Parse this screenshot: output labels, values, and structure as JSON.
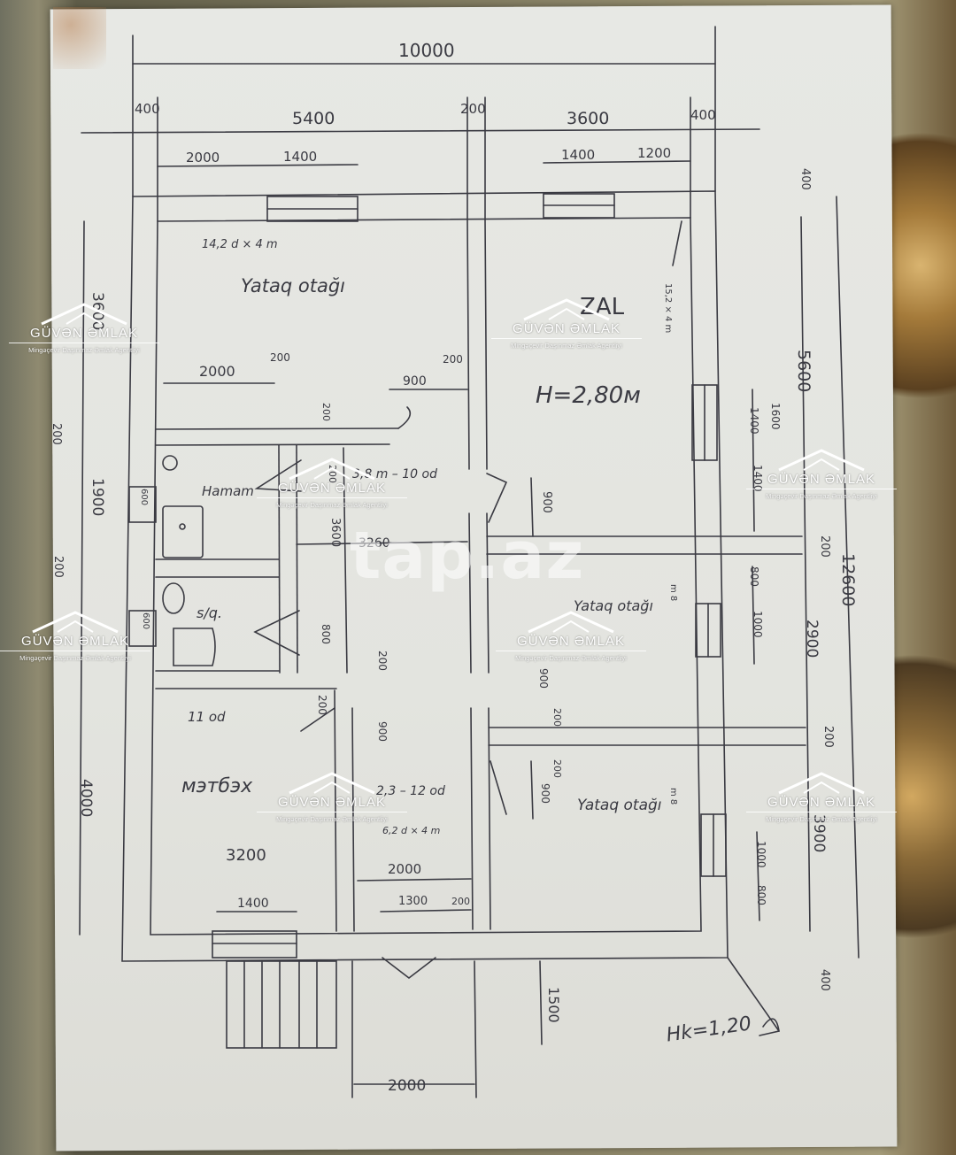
{
  "dims": {
    "total_width": "10000",
    "top_400_left": "400",
    "top_5400": "5400",
    "top_200_mid": "200",
    "top_3600": "3600",
    "top_400_right": "400",
    "win_left_2000": "2000",
    "win_left_1400": "1400",
    "win_right_1400": "1400",
    "win_right_1200": "1200",
    "right_400_top": "400",
    "right_5600": "5600",
    "right_12600": "12600",
    "right_2900": "2900",
    "right_200_a": "200",
    "right_200_b": "200",
    "right_3900": "3900",
    "right_400_bottom": "400",
    "right_1600": "1600",
    "right_1400_a": "1400",
    "right_1400_b": "1400",
    "right_800": "800",
    "right_1000": "1000",
    "right_1000_b": "1000",
    "right_800_b": "800",
    "left_3600": "3600",
    "left_200": "200",
    "left_1900": "1900",
    "left_200_b": "200",
    "left_4000": "4000",
    "left_600": "600",
    "left_600_b": "600",
    "bed_2000": "2000",
    "bed_200": "200",
    "bed_900": "900",
    "bed_200_b": "200",
    "hall_200": "200",
    "hall_3260": "3260",
    "hall_3600": "3600",
    "hall_200_b": "200",
    "hall_900": "900",
    "hall_900_b": "900",
    "hall_800": "800",
    "hall_200_c": "200",
    "hall_200_d": "200",
    "hall_900_c": "900",
    "kitchen_3200": "3200",
    "kitchen_1400": "1400",
    "hall_2000": "2000",
    "hall_1300": "1300",
    "hall_200_e": "200",
    "porch_1500": "1500",
    "porch_2000": "2000",
    "room_900_a": "900",
    "room_200": "200",
    "room_200_b": "200",
    "room_900_b": "900"
  },
  "rooms": {
    "bedroom_top": "Yataq otağı",
    "bedroom_top_note": "14,2 d × 4 m",
    "zal": "ZAL",
    "zal_height": "H=2,80м",
    "zal_note": "15,2 × 4 m",
    "hamam": "Hamam",
    "sq": "s/q.",
    "corridor_note": "3,8 m – 10 od",
    "bedroom_mid": "Yataq otağı",
    "bedroom_mid_note": "m 8",
    "kitchen_count": "11 od",
    "kitchen": "мэтбэх",
    "hall_note": "2,3 – 12 od",
    "hall_note2": "6,2 d × 4 m",
    "bedroom_bottom": "Yataq otağı",
    "bedroom_bottom_note": "m 8",
    "hk": "Hk=1,20"
  },
  "watermark": {
    "name": "GÜVƏN ƏMLAK",
    "sub": "Mingəçevir Daşınmaz Əmlak Agentliyi",
    "site": "tap.az"
  },
  "colors": {
    "ink": "#3a3a42",
    "paper": "#e4e5e0"
  }
}
